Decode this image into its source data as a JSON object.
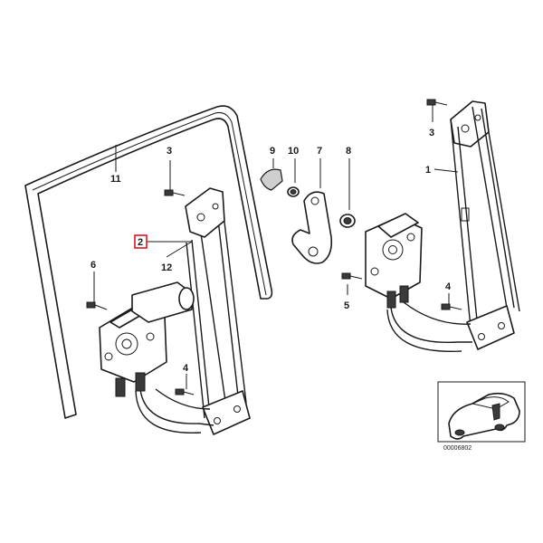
{
  "diagram": {
    "callouts": {
      "glass": "11",
      "regulator_left": "12",
      "highlighted": "2",
      "bolt_left_top": "3",
      "bolt_left_motor": "6",
      "bolt_left_bottom": "4",
      "clip": "9",
      "bushing_small": "10",
      "lever": "7",
      "bushing": "8",
      "bolt_right_motor": "5",
      "bolt_right_top": "3",
      "regulator_right": "1",
      "bolt_right_bottom": "4"
    },
    "highlight_color": "#e0141e",
    "reference_number": "00006802",
    "inset_icon": "car-silhouette-icon"
  }
}
